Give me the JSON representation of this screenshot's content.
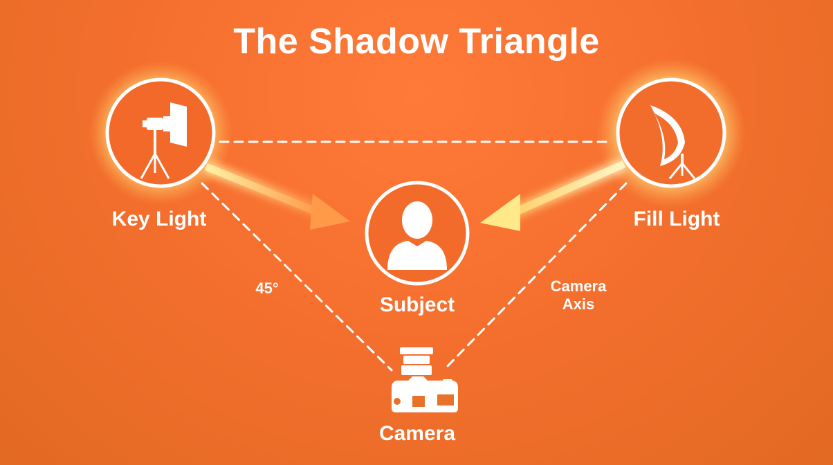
{
  "title": "The Shadow Triangle",
  "nodes": {
    "key_light": "Key Light",
    "fill_light": "Fill Light",
    "subject": "Subject",
    "camera": "Camera"
  },
  "annotations": {
    "angle": "45°",
    "camera_axis_line1": "Camera",
    "camera_axis_line2": "Axis"
  },
  "colors": {
    "background": "#f56f2e",
    "line": "#ffffff",
    "glow": "#fff4b0",
    "beam": "#ffe98a"
  },
  "icons": {
    "key_light": "softbox-light-icon",
    "fill_light": "reflector-light-icon",
    "subject": "person-icon",
    "camera": "camera-icon"
  }
}
